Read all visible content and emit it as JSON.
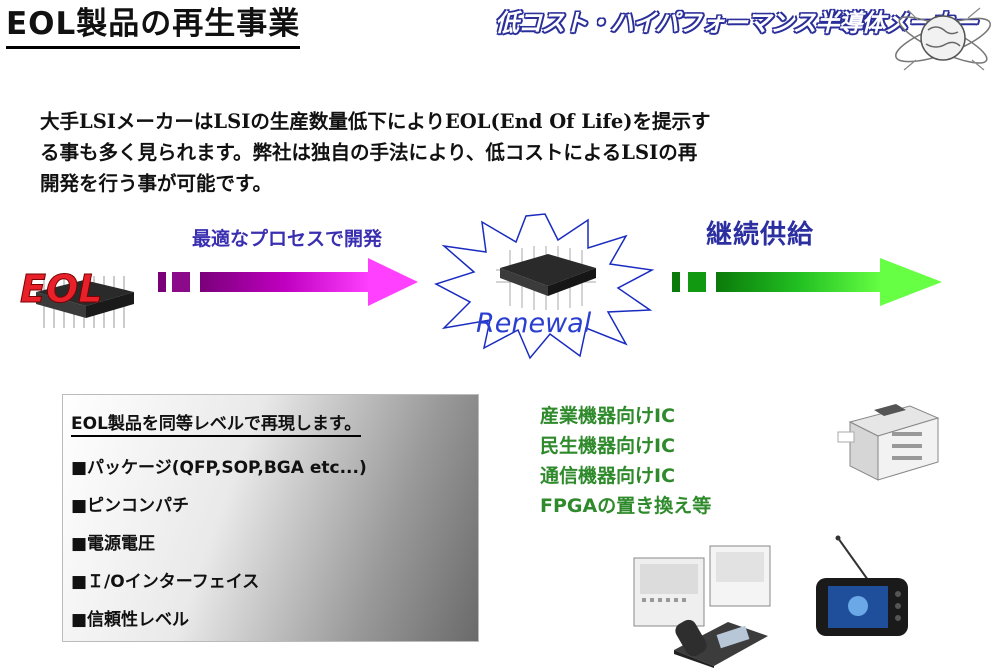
{
  "header": {
    "title": "EOL製品の再生事業",
    "brand": "低コスト・ハイパフォーマンス半導体メーカー"
  },
  "intro": {
    "lines": [
      "大手LSIメーカーはLSIの生産数量低下によりEOL(End Of Life)を提示す",
      "る事も多く見られます。弊社は独自の手法により、低コストによるLSIの再",
      "開発を行う事が可能です。"
    ]
  },
  "flow": {
    "eol_label": "EOL",
    "process_label": "最適なプロセスで開発",
    "renewal_label": "Renewal",
    "supply_label": "継続供給",
    "colors": {
      "process_arrow": "#d800d8",
      "supply_arrow": "#22cc22",
      "eol": "#e8202a",
      "renewal": "#2a3fd0"
    }
  },
  "box": {
    "title": "EOL製品を同等レベルで再現します。",
    "items": [
      "■パッケージ(QFP,SOP,BGA etc...)",
      "■ピンコンパチ",
      "■電源電圧",
      "■Ｉ/Oインターフェイス",
      "■信頼性レベル"
    ]
  },
  "applications": {
    "items": [
      "産業機器向けIC",
      "民生機器向けIC",
      "通信機器向けIC",
      "FPGAの置き換え等"
    ]
  },
  "icons": [
    "globe-logo-icon",
    "chip-icon",
    "printer-icon",
    "phone-system-icon",
    "portable-tv-icon"
  ]
}
